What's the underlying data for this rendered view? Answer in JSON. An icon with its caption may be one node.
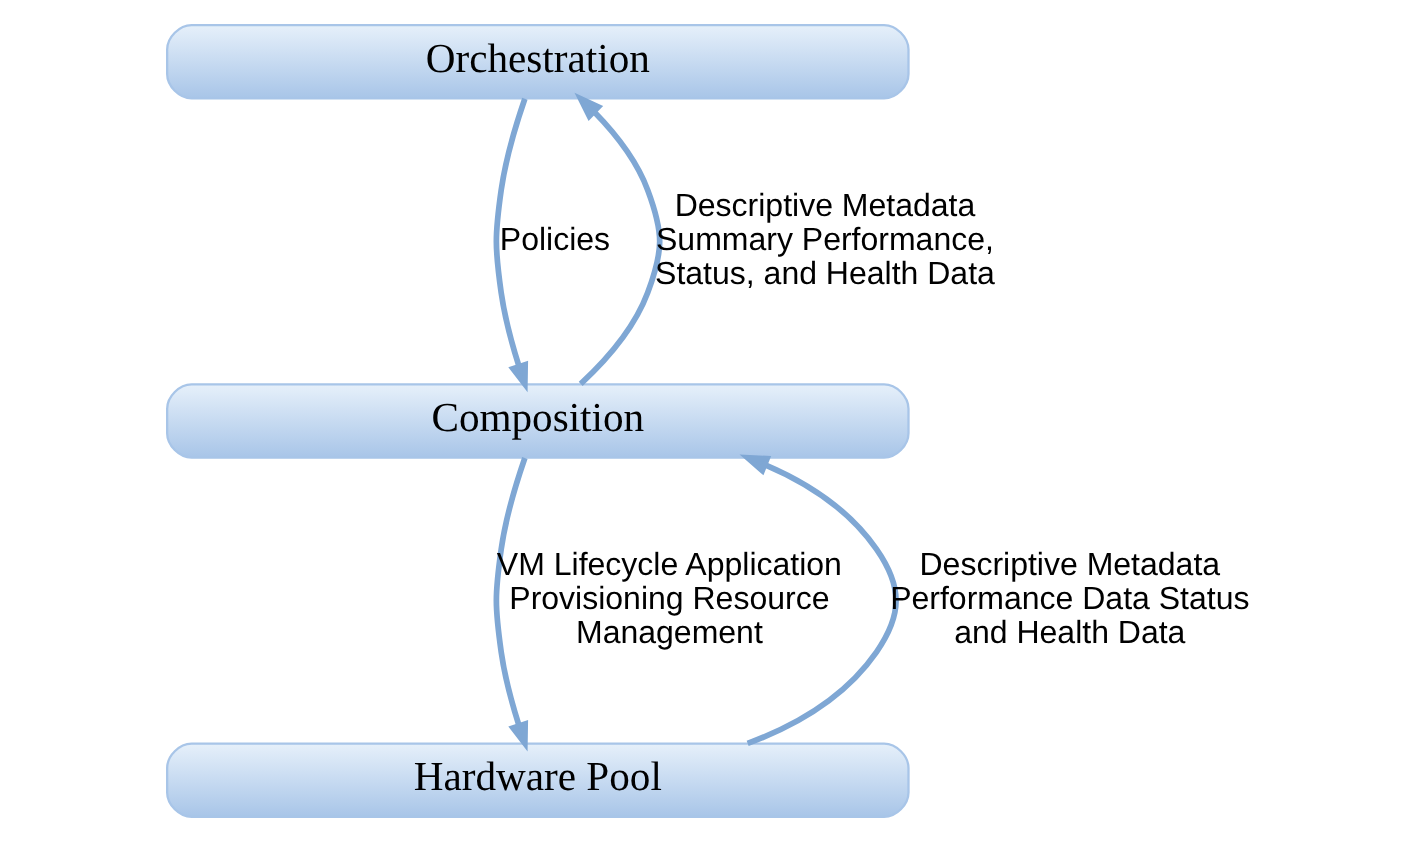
{
  "diagram": {
    "nodes": [
      {
        "text": [
          "Orchestration"
        ]
      },
      {
        "text": [
          "Composition"
        ]
      },
      {
        "text": [
          "Hardware Pool"
        ]
      }
    ],
    "edges": [
      {
        "from": 0,
        "to": 1,
        "arrow": "to",
        "label": "Policies"
      },
      {
        "from": 1,
        "to": 0,
        "arrow": "to",
        "label": "Descriptive Metadata Summary Performance, Status, and Health Data"
      },
      {
        "from": 1,
        "to": 2,
        "arrow": "to",
        "label": "VM Lifecycle Application Provisioning Resource Management"
      },
      {
        "from": 2,
        "to": 1,
        "arrow": "to",
        "label": "Descriptive Metadata Performance Data Status and Health Data"
      }
    ]
  }
}
